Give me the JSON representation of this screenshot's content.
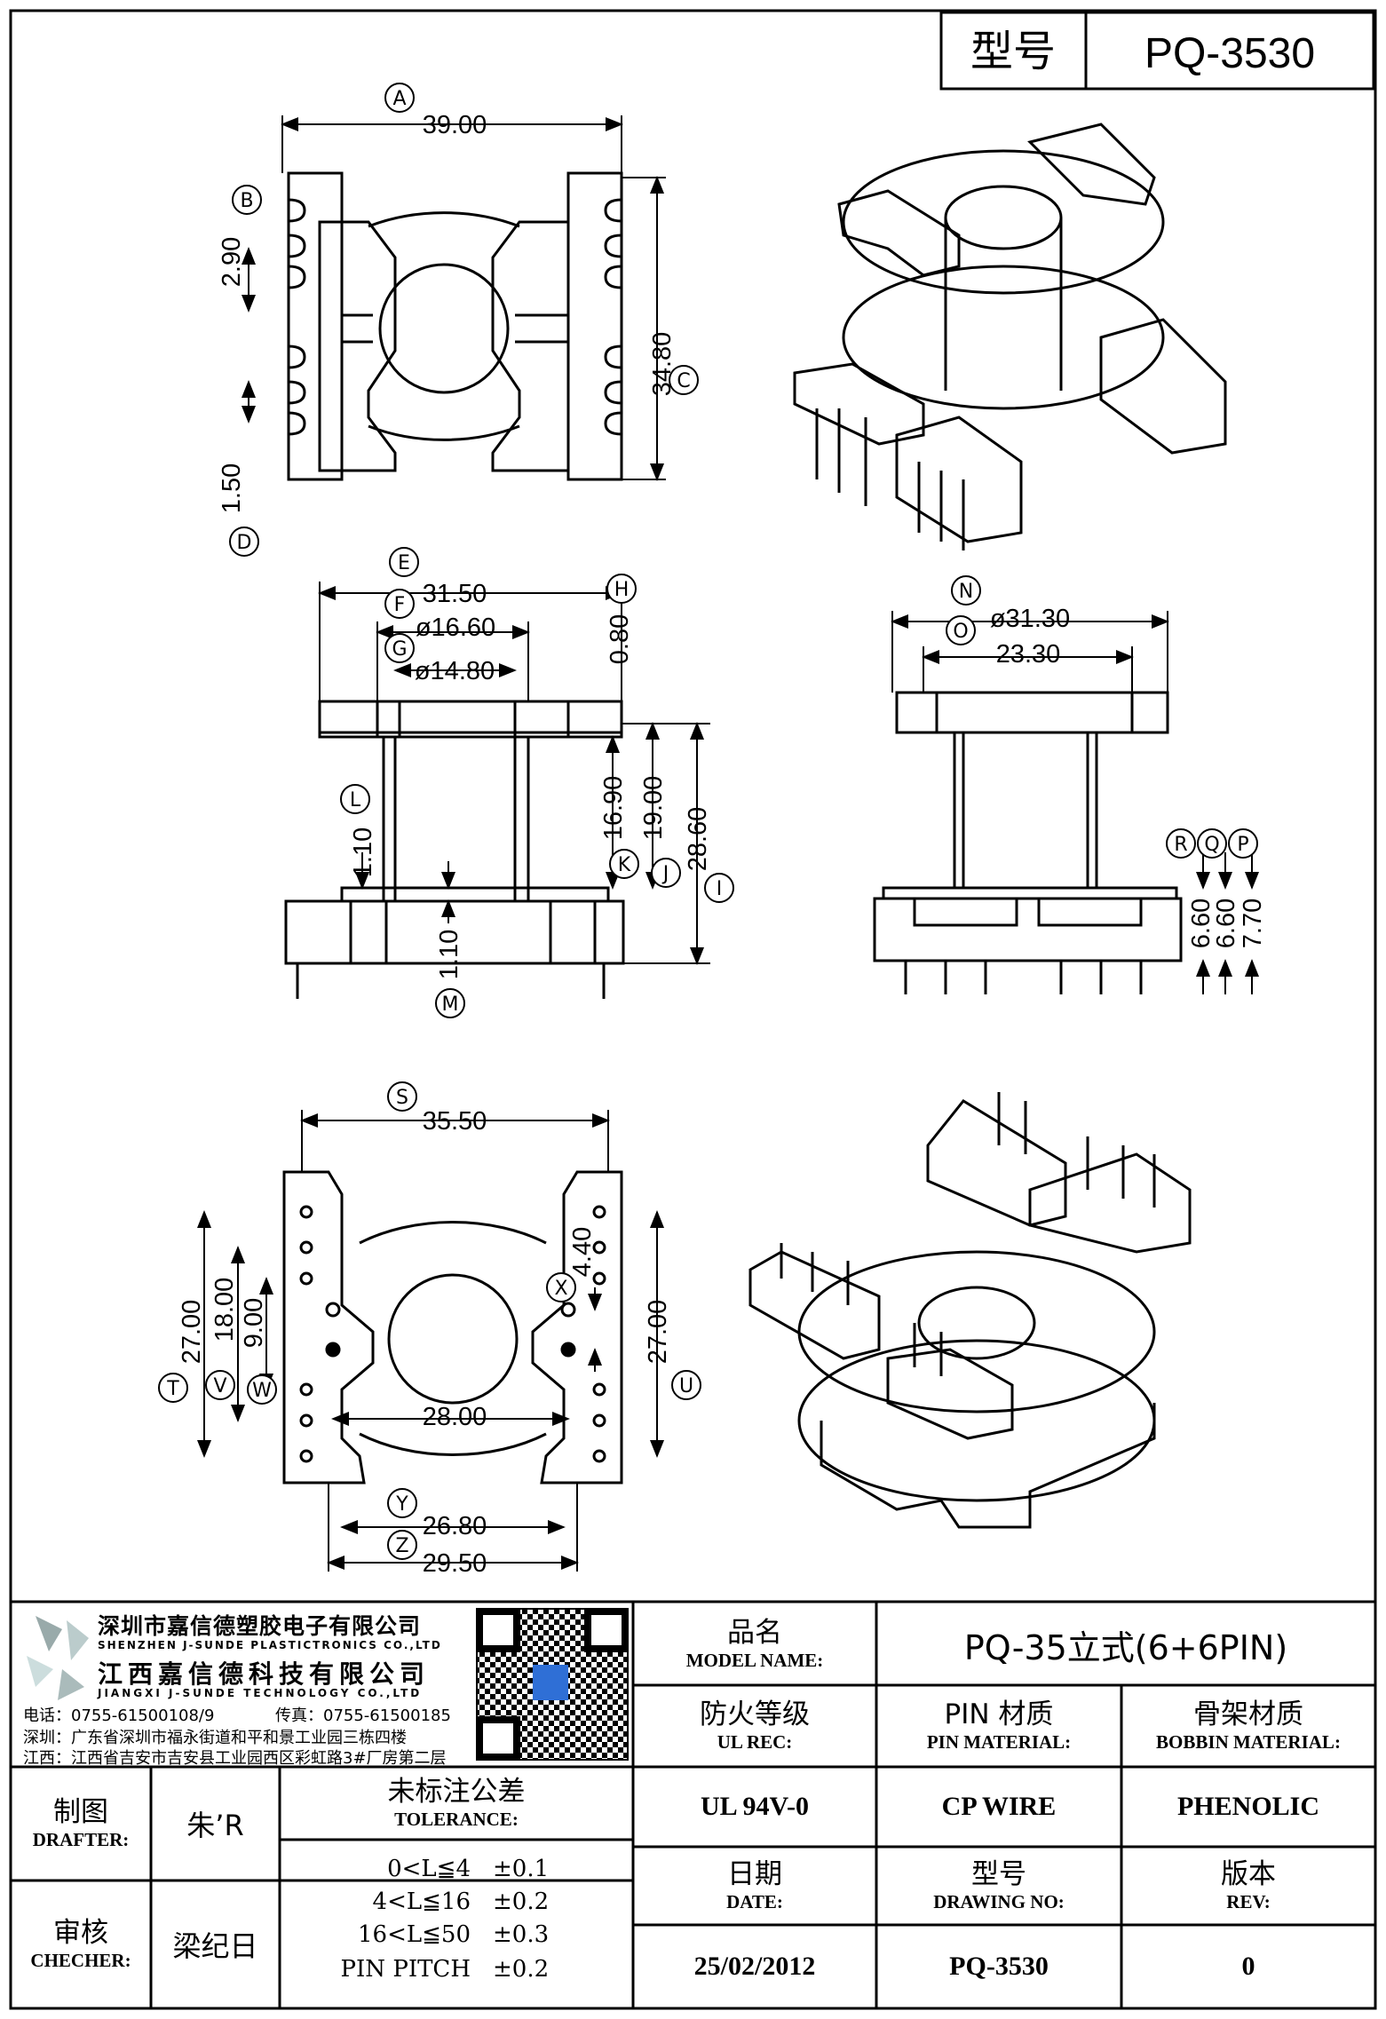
{
  "header": {
    "model_label": "型号",
    "model_value": "PQ-3530"
  },
  "dims": {
    "A": "39.00",
    "B": "2.90",
    "C": "34.80",
    "D": "1.50",
    "E": "31.50",
    "F": "ø16.60",
    "G": "ø14.80",
    "H": "0.80",
    "I": "28.60",
    "J": "19.00",
    "K": "16.90",
    "L": "1.10",
    "M": "1.10",
    "N": "ø31.30",
    "O": "23.30",
    "P": "7.70",
    "Q": "6.60",
    "R": "6.60",
    "S": "35.50",
    "T": "27.00",
    "U": "27.00",
    "V": "18.00",
    "W": "9.00",
    "X": "4.40",
    "X_mid": "28.00",
    "Y": "26.80",
    "Z": "29.50"
  },
  "letters": [
    "A",
    "B",
    "C",
    "D",
    "E",
    "F",
    "G",
    "H",
    "I",
    "J",
    "K",
    "L",
    "M",
    "N",
    "O",
    "P",
    "Q",
    "R",
    "S",
    "T",
    "U",
    "V",
    "W",
    "X",
    "Y",
    "Z"
  ],
  "company": {
    "name_cn_1": "深圳市嘉信德塑胶电子有限公司",
    "name_en_1": "SHENZHEN J-SUNDE PLASTICTRONICS CO.,LTD",
    "name_cn_2": "江西嘉信德科技有限公司",
    "name_en_2": "JIANGXI J-SUNDE TECHNOLOGY CO.,LTD",
    "tel": "电话：0755-61500108/9",
    "fax": "传真：0755-61500185",
    "addr_sz": "深圳：广东省深圳市福永街道和平和景工业园三栋四楼",
    "addr_jx": "江西：江西省吉安市吉安县工业园西区彩虹路3#厂房第二层"
  },
  "title_block": {
    "product_name_cn": "品名",
    "product_name_en": "MODEL NAME:",
    "product_name_value": "PQ-35立式(6+6PIN)",
    "ul_cn": "防火等级",
    "ul_en": "UL REC:",
    "pin_cn": "PIN 材质",
    "pin_en": "PIN MATERIAL:",
    "bobbin_cn": "骨架材质",
    "bobbin_en": "BOBBIN MATERIAL:",
    "drafter_cn": "制图",
    "drafter_en": "DRAFTER:",
    "drafter_value": "朱’R",
    "checker_cn": "审核",
    "checker_en": "CHECHER:",
    "checker_value": "梁纪日",
    "tolerance_cn": "未标注公差",
    "tolerance_en": "TOLERANCE:",
    "tolerance_rows": [
      {
        "range": "0<L≦4",
        "tol": "±0.1"
      },
      {
        "range": "4<L≦16",
        "tol": "±0.2"
      },
      {
        "range": "16<L≦50",
        "tol": "±0.3"
      },
      {
        "range": "PIN PITCH",
        "tol": "±0.2"
      }
    ],
    "ul_value": "UL 94V-0",
    "pin_value": "CP WIRE",
    "bobbin_value": "PHENOLIC",
    "date_cn": "日期",
    "date_en": "DATE:",
    "date_value": "25/02/2012",
    "drawing_cn": "型号",
    "drawing_en": "DRAWING NO:",
    "drawing_value": "PQ-3530",
    "rev_cn": "版本",
    "rev_en": "REV:",
    "rev_value": "0"
  }
}
